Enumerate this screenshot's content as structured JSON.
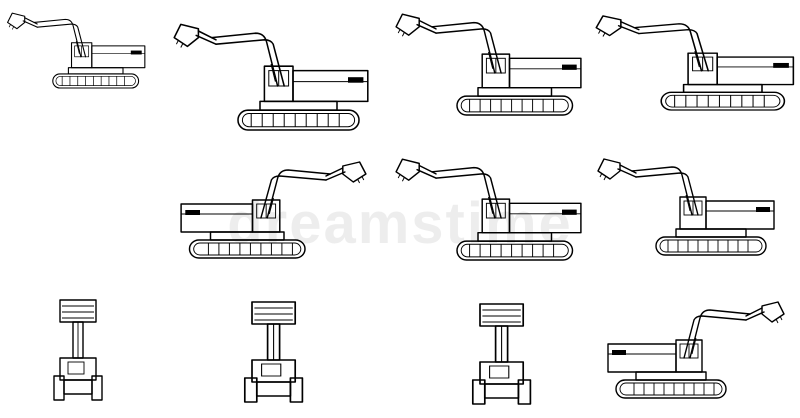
{
  "watermark": {
    "text": "dreamstime"
  },
  "colors": {
    "line": "#000000",
    "background": "#ffffff"
  },
  "views": [
    {
      "id": "v1",
      "pose": "side-left"
    },
    {
      "id": "v2",
      "pose": "side-left"
    },
    {
      "id": "v3",
      "pose": "side-left"
    },
    {
      "id": "v4",
      "pose": "side-left"
    },
    {
      "id": "v5",
      "pose": "side-right"
    },
    {
      "id": "v6",
      "pose": "side-left"
    },
    {
      "id": "v7",
      "pose": "side-left"
    },
    {
      "id": "v8",
      "pose": "front"
    },
    {
      "id": "v9",
      "pose": "front-raised"
    },
    {
      "id": "v10",
      "pose": "front-raised"
    },
    {
      "id": "v11",
      "pose": "side-right"
    }
  ]
}
